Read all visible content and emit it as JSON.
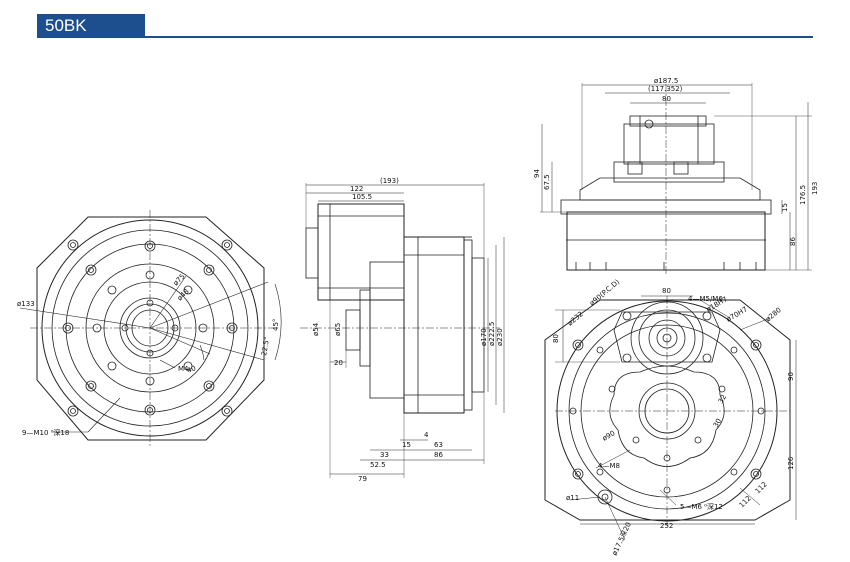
{
  "header": {
    "title": "50BK"
  },
  "view_left": {
    "labels": {
      "d133": "ø133",
      "d75": "ø75",
      "d48": "ø48",
      "ang45": "45°",
      "ang225": "22.5°",
      "m4": "M4",
      "v40": "40",
      "m10": "9—M10 ⁰深18"
    }
  },
  "view_middle": {
    "labels": {
      "w193": "(193)",
      "w122": "122",
      "w1055": "105.5",
      "d54": "ø54",
      "d65": "ø65",
      "h20": "20",
      "d170": "ø170",
      "d2225": "ø222.5",
      "d230": "ø230",
      "w15": "15",
      "w4": "4",
      "w33": "33",
      "w63": "63",
      "w525": "52.5",
      "w86": "86",
      "w79": "79"
    }
  },
  "view_right_top": {
    "labels": {
      "d1875": "ø187.5",
      "w117": "(117.352)",
      "w80": "80",
      "h94": "94",
      "h675": "67.5",
      "h15": "15",
      "h1765": "176.5",
      "h193": "193",
      "h86": "86"
    }
  },
  "view_right_bottom": {
    "labels": {
      "d90pcd": "ø90(P.C.D)",
      "w80": "80",
      "m5": "4—M5/M6",
      "d18h7": "ø18H7",
      "d232": "ø232",
      "d70h7": "ø70H7",
      "d280": "ø280",
      "h80": "80",
      "h90": "90",
      "a32": "32",
      "a30": "30",
      "d90": "ø90",
      "m8": "4—M8",
      "h126": "126",
      "d11": "ø11",
      "m6": "5—M6 ⁰深12",
      "w252": "252",
      "a112a": "112",
      "a112b": "112",
      "d175": "ø17.5深20"
    }
  }
}
